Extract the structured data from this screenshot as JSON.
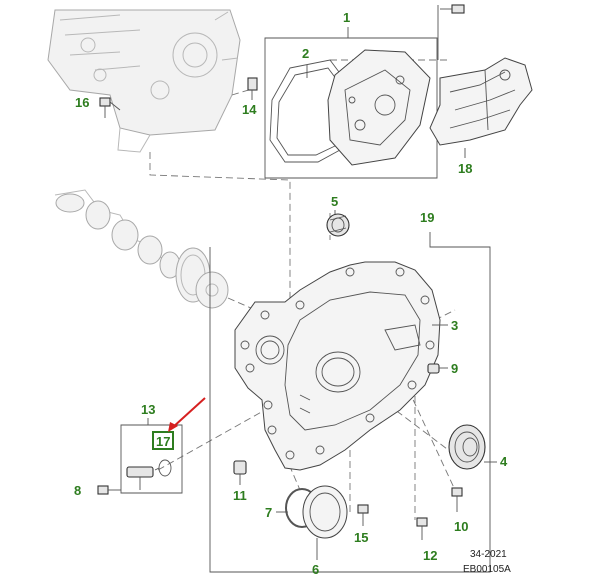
{
  "callouts": {
    "c1": "1",
    "c2": "2",
    "c3": "3",
    "c4": "4",
    "c5": "5",
    "c6": "6",
    "c7": "7",
    "c8": "8",
    "c9": "9",
    "c10": "10",
    "c11": "11",
    "c12": "12",
    "c13": "13",
    "c14": "14",
    "c15": "15",
    "c16": "16",
    "c17": "17",
    "c18": "18",
    "c19": "19"
  },
  "reference": {
    "page": "34-2021",
    "code": "EB00105A"
  },
  "colors": {
    "callout": "#2e7d1f",
    "arrow": "#d62020",
    "highlight": "#2e7d1f"
  }
}
